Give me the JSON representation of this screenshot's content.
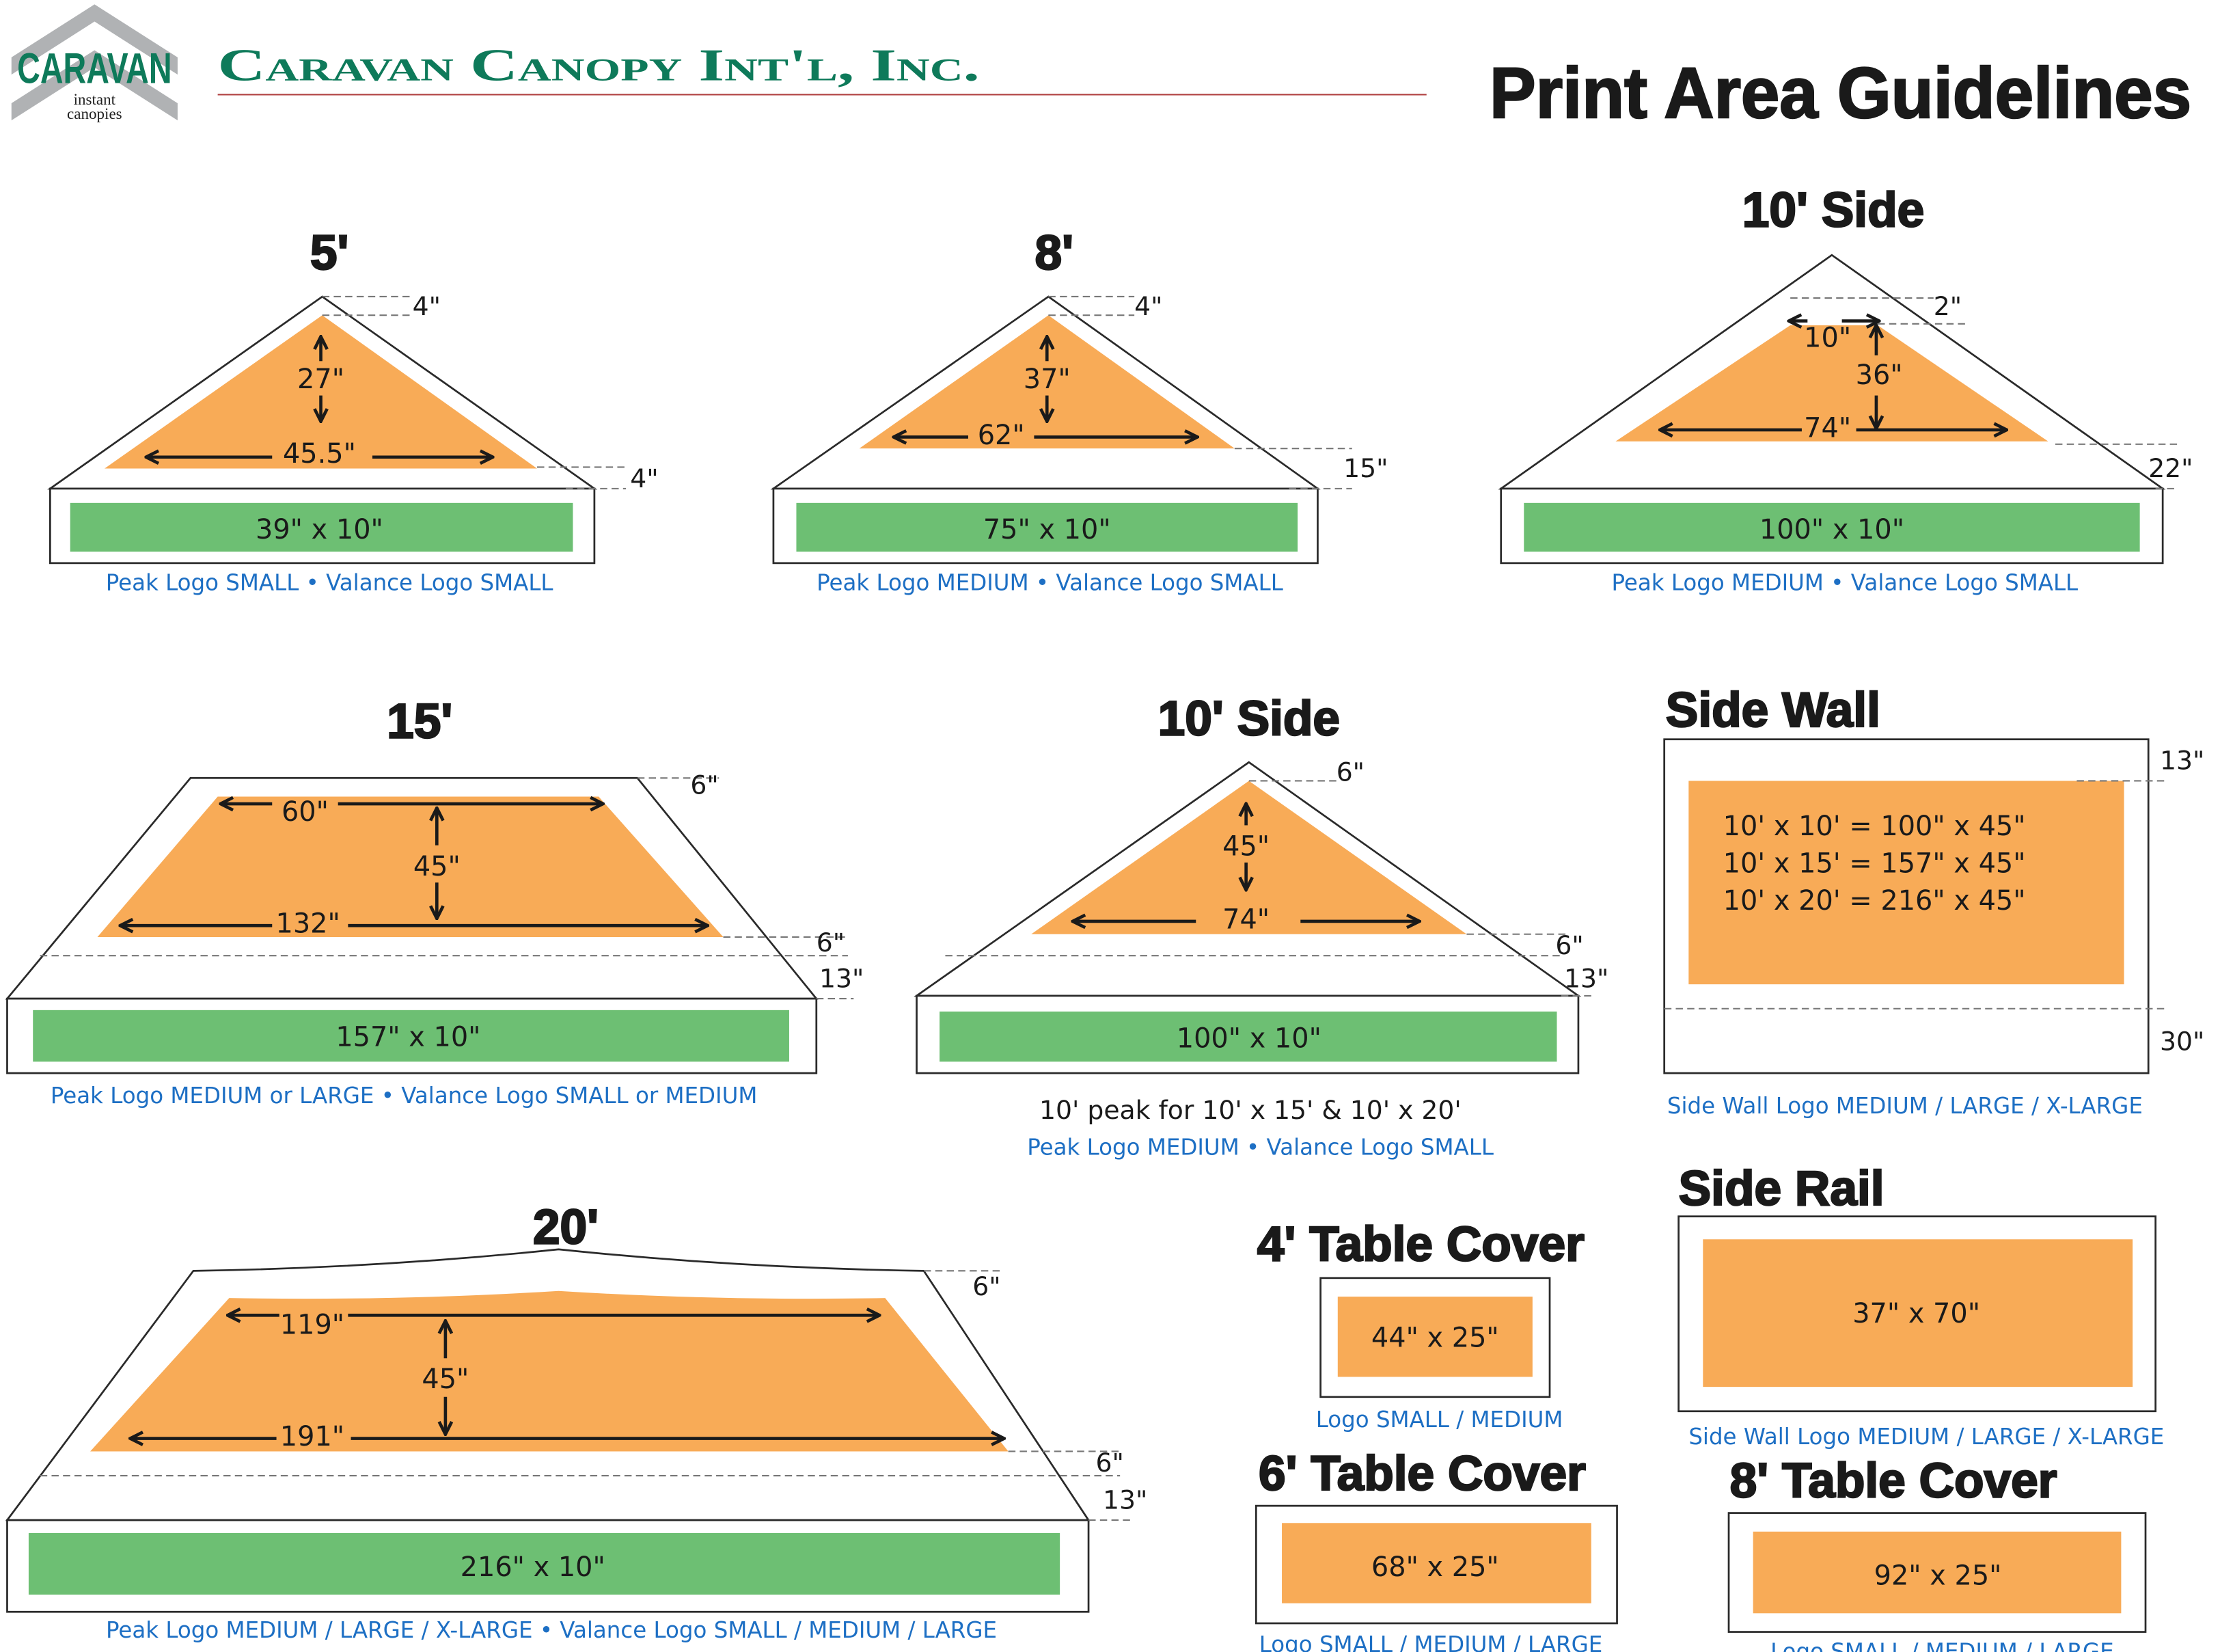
{
  "header": {
    "logo_text": "CARAVAN",
    "logo_sub1": "instant",
    "logo_sub2": "canopies",
    "company": "Caravan Canopy Int'l, Inc.",
    "title": "Print Area Guidelines"
  },
  "colors": {
    "print_area": "#f8ab57",
    "valance": "#6dbf73",
    "caption": "#1d6fc4",
    "brand": "#0e7a5a"
  },
  "panels": {
    "p5": {
      "title": "5'",
      "top": "4\"",
      "height": "27\"",
      "width": "45.5\"",
      "bottom": "4\"",
      "valance": "39\"  x 10\"",
      "caption": "Peak Logo SMALL •  Valance Logo SMALL"
    },
    "p8": {
      "title": "8'",
      "top": "4\"",
      "height": "37\"",
      "width": "62\"",
      "bottom": "15\"",
      "valance": "75\"  x 10\"",
      "caption": "Peak Logo MEDIUM •  Valance Logo SMALL"
    },
    "p10a": {
      "title": "10' Side",
      "top": "2\"",
      "top_width": "10\"",
      "height": "36\"",
      "width": "74\"",
      "bottom": "22\"",
      "valance": "100\"  x 10\"",
      "caption": "Peak Logo MEDIUM •  Valance Logo SMALL"
    },
    "p15": {
      "title": "15'",
      "top": "6\"",
      "top_width": "60\"",
      "height": "45\"",
      "width": "132\"",
      "bottom": "6\"",
      "eave": "13\"",
      "valance": "157\"  x 10\"",
      "caption": "Peak Logo MEDIUM or LARGE •  Valance Logo SMALL or MEDIUM"
    },
    "p10b": {
      "title": "10' Side",
      "top": "6\"",
      "height": "45\"",
      "width": "74\"",
      "bottom": "6\"",
      "eave": "13\"",
      "valance": "100\"  x 10\"",
      "note": "10' peak for 10' x 15' & 10' x 20'",
      "caption": "Peak Logo MEDIUM •  Valance Logo SMALL"
    },
    "sidewall": {
      "title": "Side Wall",
      "lines": [
        "10' x 10' = 100\"  x 45\"",
        "10' x 15' = 157\"  x 45\"",
        "10' x 20' = 216\"  x 45\""
      ],
      "top": "13\"",
      "bottom": "30\"",
      "caption": "Side Wall Logo MEDIUM / LARGE / X-LARGE"
    },
    "siderail": {
      "title": "Side Rail",
      "size": "37\"  x 70\"",
      "caption": "Side Wall Logo MEDIUM / LARGE / X-LARGE"
    },
    "p20": {
      "title": "20'",
      "top": "6\"",
      "top_width": "119\"",
      "height": "45\"",
      "width": "191\"",
      "bottom": "6\"",
      "eave": "13\"",
      "valance": "216\"  x 10\"",
      "caption": "Peak Logo MEDIUM / LARGE / X-LARGE •  Valance Logo SMALL / MEDIUM / LARGE"
    },
    "t4": {
      "title": "4' Table Cover",
      "size": "44\"  x 25\"",
      "caption": "Logo SMALL / MEDIUM"
    },
    "t6": {
      "title": "6' Table Cover",
      "size": "68\"  x 25\"",
      "caption": "Logo SMALL / MEDIUM / LARGE"
    },
    "t8": {
      "title": "8' Table Cover",
      "size": "92\"  x 25\"",
      "caption": "Logo SMALL / MEDIUM / LARGE"
    }
  }
}
